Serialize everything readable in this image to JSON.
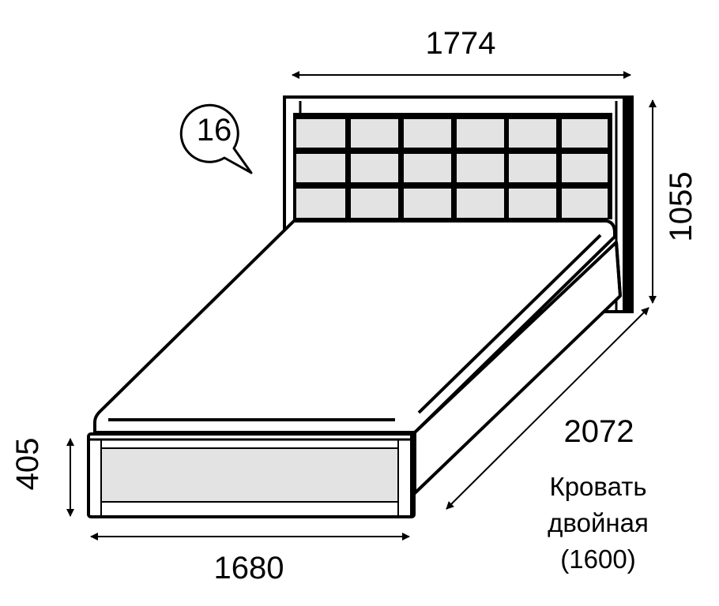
{
  "diagram": {
    "item_number": "16",
    "title_lines": [
      "Кровать",
      "двойная",
      "(1600)"
    ],
    "colors": {
      "line": "#000000",
      "panel_fill": "#e3e3e3",
      "background": "#ffffff"
    },
    "dimensions": {
      "headboard_width": "1774",
      "headboard_height": "1055",
      "length": "2072",
      "footboard_height": "405",
      "footboard_width": "1680"
    },
    "headboard_grid": {
      "rows": 3,
      "cols": 6
    }
  }
}
